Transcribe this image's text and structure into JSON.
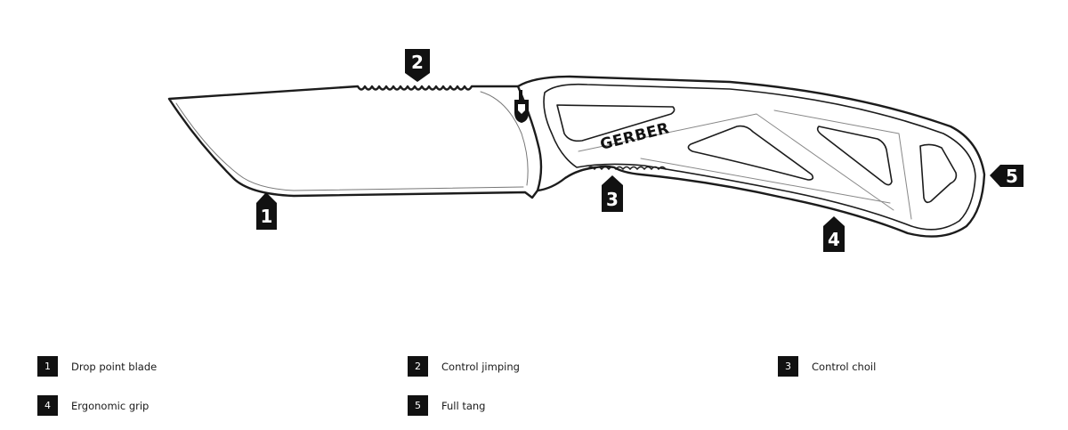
{
  "diagram": {
    "brand_text": "GERBER",
    "callouts": [
      {
        "number": "1"
      },
      {
        "number": "2"
      },
      {
        "number": "3"
      },
      {
        "number": "4"
      },
      {
        "number": "5"
      }
    ]
  },
  "legend": {
    "items": [
      {
        "number": "1",
        "label": "Drop point blade"
      },
      {
        "number": "2",
        "label": "Control jimping"
      },
      {
        "number": "3",
        "label": "Control choil"
      },
      {
        "number": "4",
        "label": "Ergonomic grip"
      },
      {
        "number": "5",
        "label": "Full tang"
      }
    ]
  }
}
